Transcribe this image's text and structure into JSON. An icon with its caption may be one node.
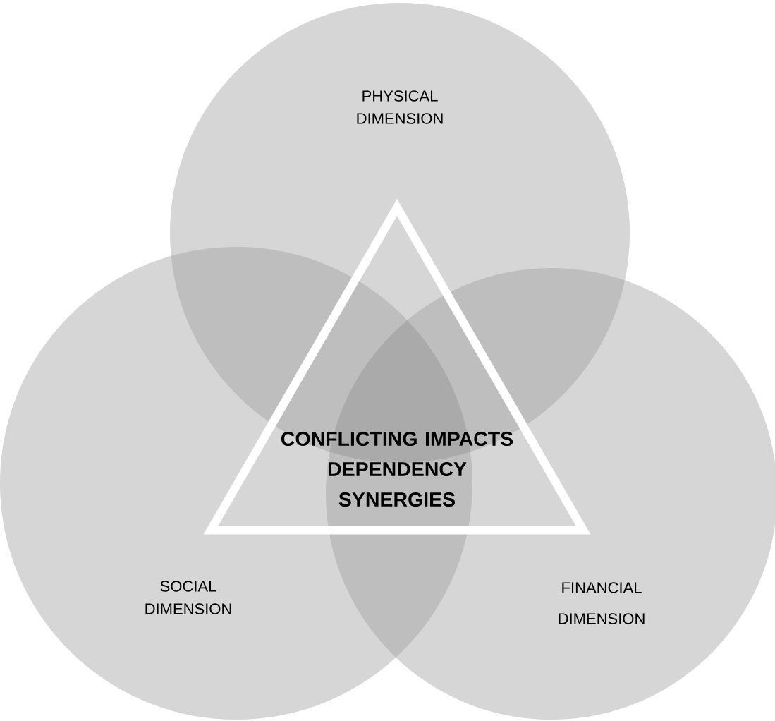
{
  "diagram": {
    "nodes": [
      {
        "text": [
          "PHYSICAL DIMENSION"
        ]
      },
      {
        "text": [
          "SOCIAL DIMENSION"
        ]
      },
      {
        "text": [
          "FINANCIAL DIMENSION"
        ]
      },
      {
        "text": [
          "CONFLICTING IMPACTS DEPENDENCY SYNERGIES"
        ]
      }
    ]
  }
}
